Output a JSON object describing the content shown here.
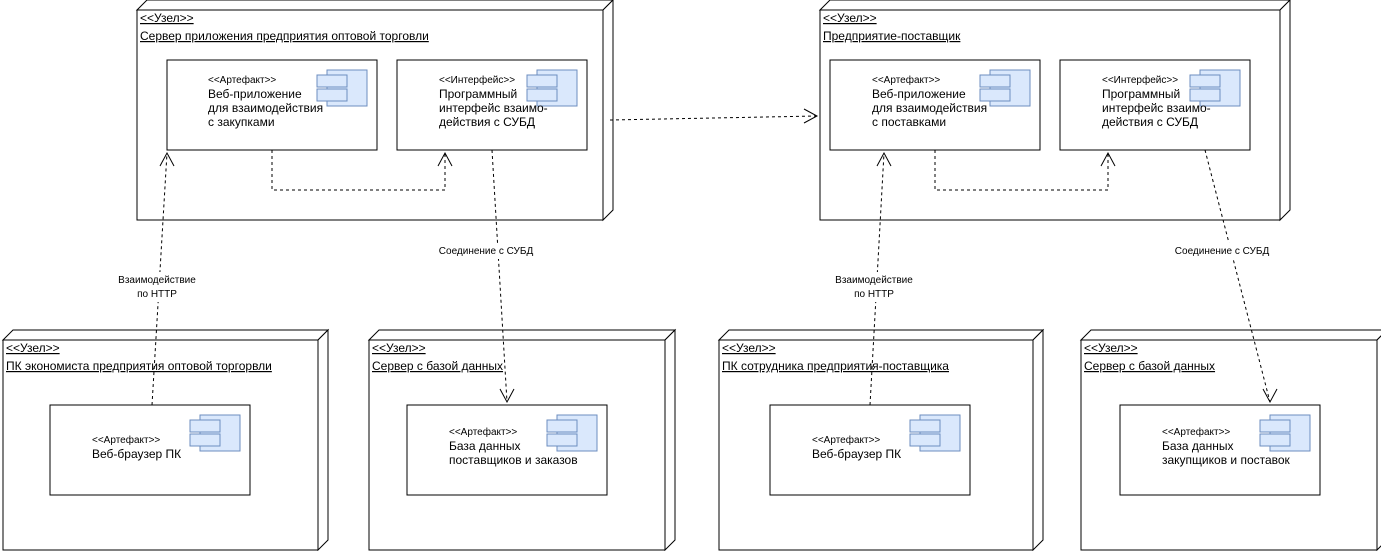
{
  "nodes": [
    {
      "id": "n1",
      "stereotype": "<<Узел>>",
      "name": "Сервер приложения предприятия оптовой торговли"
    },
    {
      "id": "n2",
      "stereotype": "<<Узел>>",
      "name": "Предприятие-поставщик"
    },
    {
      "id": "n3",
      "stereotype": "<<Узел>>",
      "name": "ПК экономиста предприятия оптовой торгорвли"
    },
    {
      "id": "n4",
      "stereotype": "<<Узел>>",
      "name": "Сервер с базой данных "
    },
    {
      "id": "n5",
      "stereotype": "<<Узел>>",
      "name": "ПК сотрудника предприятия-поставщика"
    },
    {
      "id": "n6",
      "stereotype": "<<Узел>>",
      "name": "Сервер с базой данных "
    }
  ],
  "components": [
    {
      "id": "c1",
      "stereotype": "<<Артефакт>>",
      "lines": [
        "Веб-приложение",
        "для взаимодействия",
        "с закупками"
      ]
    },
    {
      "id": "c2",
      "stereotype": "<<Интерфейс>>",
      "lines": [
        "Программный",
        "интерфейс взаимо-",
        "действия с СУБД"
      ]
    },
    {
      "id": "c3",
      "stereotype": "<<Артефакт>>",
      "lines": [
        "Веб-приложение",
        "для взаимодействия",
        "с поставками"
      ]
    },
    {
      "id": "c4",
      "stereotype": "<<Интерфейс>>",
      "lines": [
        "Программный",
        "интерфейс взаимо-",
        "действия с СУБД"
      ]
    },
    {
      "id": "c5",
      "stereotype": "<<Артефакт>>",
      "lines": [
        "Веб-браузер ПК"
      ]
    },
    {
      "id": "c6",
      "stereotype": "<<Артефакт>>",
      "lines": [
        "База данных",
        "поставщиков и заказов"
      ]
    },
    {
      "id": "c7",
      "stereotype": "<<Артефакт>>",
      "lines": [
        "Веб-браузер ПК"
      ]
    },
    {
      "id": "c8",
      "stereotype": "<<Артефакт>>",
      "lines": [
        "База данных",
        "закупщиков и поставок"
      ]
    }
  ],
  "connections": [
    {
      "id": "e1",
      "label": ""
    },
    {
      "id": "e2",
      "label": ""
    },
    {
      "id": "e3",
      "label": "Взаимодействие\nпо HTTP"
    },
    {
      "id": "e4",
      "label": "Соединение с СУБД"
    },
    {
      "id": "e5",
      "label": ""
    },
    {
      "id": "e6",
      "label": "Взаимодействие\nпо HTTP"
    },
    {
      "id": "e7",
      "label": "Соединение с СУБД"
    }
  ],
  "colors": {
    "component_fill": "#dae8fc",
    "component_stroke": "#6c8ebf",
    "line": "#000000"
  }
}
